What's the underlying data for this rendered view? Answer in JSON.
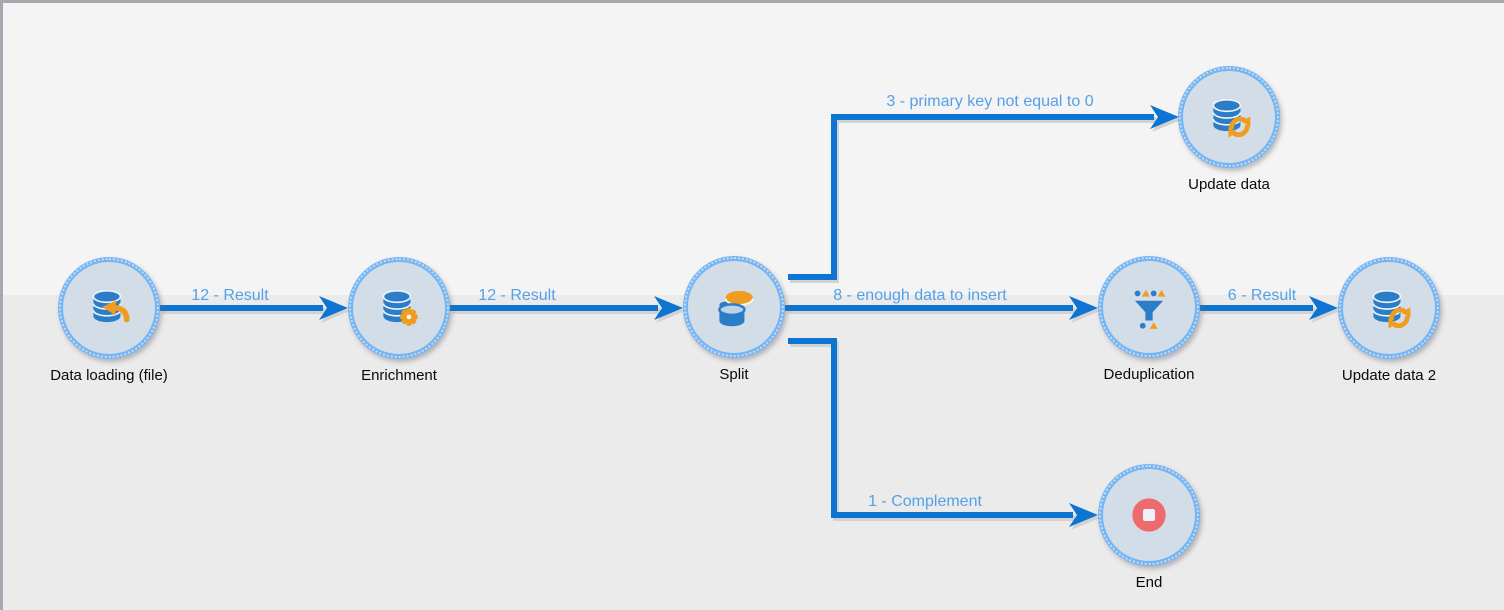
{
  "workflow": {
    "nodes": [
      {
        "id": "data-loading",
        "label": "Data loading (file)",
        "icon": "database-import"
      },
      {
        "id": "enrichment",
        "label": "Enrichment",
        "icon": "database-gear"
      },
      {
        "id": "split",
        "label": "Split",
        "icon": "split-disks"
      },
      {
        "id": "update-data",
        "label": "Update data",
        "icon": "database-refresh"
      },
      {
        "id": "deduplication",
        "label": "Deduplication",
        "icon": "funnel"
      },
      {
        "id": "update-data-2",
        "label": "Update data 2",
        "icon": "database-refresh"
      },
      {
        "id": "end",
        "label": "End",
        "icon": "stop"
      }
    ],
    "edges": [
      {
        "from": "data-loading",
        "to": "enrichment",
        "label": "12 - Result"
      },
      {
        "from": "enrichment",
        "to": "split",
        "label": "12 - Result"
      },
      {
        "from": "split",
        "to": "update-data",
        "label": "3 - primary key not equal to 0"
      },
      {
        "from": "split",
        "to": "deduplication",
        "label": "8 - enough data to insert"
      },
      {
        "from": "deduplication",
        "to": "update-data-2",
        "label": "6 - Result"
      },
      {
        "from": "split",
        "to": "end",
        "label": "1 - Complement"
      }
    ],
    "colors": {
      "edge_line": "#0d74d1",
      "edge_label": "#54a0e8",
      "node_border": "#76b5f1",
      "node_fill": "#d3dde7",
      "icon_blue": "#2b7dc7",
      "icon_orange": "#f09d1f",
      "stop_red": "#ed6b6e",
      "background_top": "#f4f4f5",
      "background_bottom": "#ebebec",
      "frame_border": "#a8a8b0"
    }
  }
}
